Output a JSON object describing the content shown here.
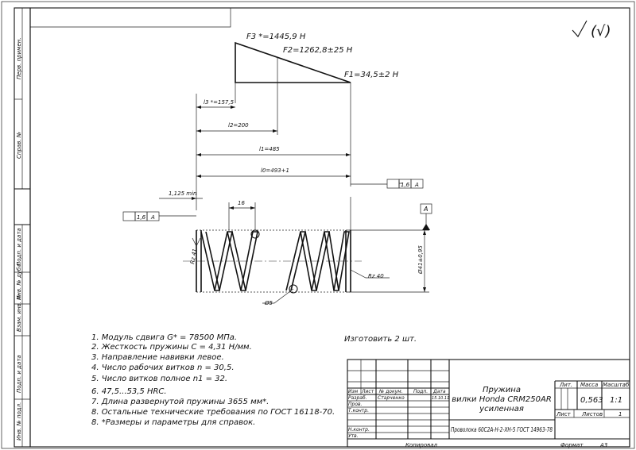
{
  "forces": {
    "f3": "F3 *=1445,9 H",
    "f2": "F2=1262,8±25 H",
    "f1": "F1=34,5±2 H"
  },
  "dims": {
    "l3": "l3 *=157,5",
    "l2": "l2=200",
    "l1": "l1=485",
    "l0": "l0=493+1",
    "min": "1,125 min",
    "pitch": "16",
    "dia": "Ø41±0,95",
    "wire": "Ø5",
    "rz1": "Rz 41",
    "rz2": "Rz 40"
  },
  "tolerances": {
    "right": {
      "value": "1,6",
      "datum": "A"
    },
    "left": {
      "value": "1,6",
      "datum": "A"
    },
    "datum_label": "A"
  },
  "roughness": {
    "mark": "√",
    "bracket": "(√)"
  },
  "left_strip": [
    "Перв. примен.",
    "Справ. №",
    "Подп. и дата",
    "Инв. № дубл.",
    "Взам. инв. №",
    "Подп. и дата",
    "Инв. № подл."
  ],
  "notes": [
    "1. Модуль сдвига G* = 78500 МПа.",
    "2. Жесткость пружины C = 4,31 Н/мм.",
    "3. Направление навивки левое.",
    "4. Число рабочих витков n = 30,5.",
    "5. Число витков полное n1 = 32.",
    "6. 47,5...53,5 HRC.",
    "7. Длина развернутой пружины 3655 мм*.",
    "8. Остальные технические требования по ГОСТ 16118-70.",
    "8. *Размеры и параметры для справок."
  ],
  "make_qty": "Изготовить 2 шт.",
  "title_block": {
    "title": [
      "Пружина",
      "вилки Honda CRM250AR",
      "усиленная"
    ],
    "material": "Проволока 60С2А-Н-2-ХН-5 ГОСТ 14963-78",
    "header_cells": [
      "Изм",
      "Лист",
      "№ докум.",
      "Подп.",
      "Дата"
    ],
    "rows": [
      "Разраб.",
      "Пров.",
      "Т.контр.",
      "Н.контр.",
      "Утв."
    ],
    "developer": "Старченко",
    "date": "15.10.11",
    "lit": "Лит.",
    "mass_label": "Масса",
    "scale_label": "Масштаб",
    "mass": "0,563",
    "scale": "1:1",
    "sheet_label": "Лист",
    "sheets_label": "Листов",
    "sheets": "1",
    "copied": "Копировал",
    "format_label": "Формат",
    "format": "A3"
  }
}
